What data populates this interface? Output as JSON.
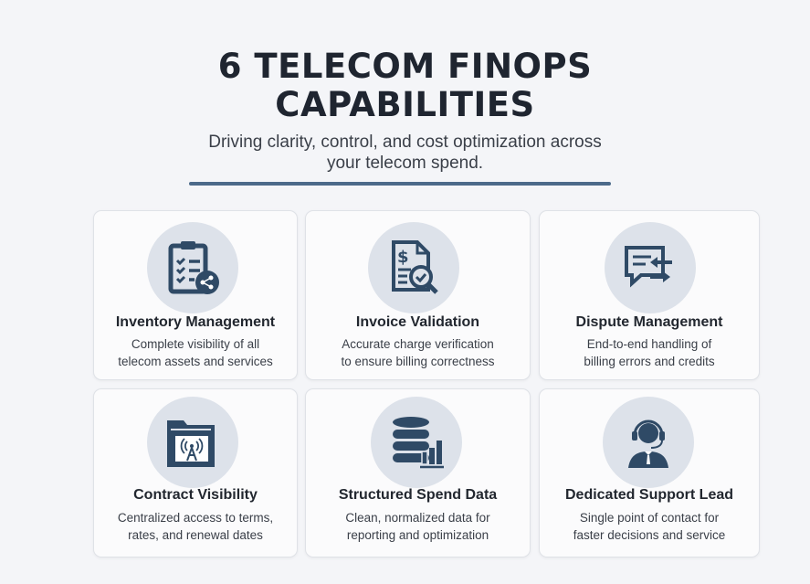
{
  "header": {
    "title_line1": "6 TELECOM FINOPS",
    "title_line2": "CAPABILITIES",
    "subtitle_line1": "Driving clarity, control, and cost optimization across",
    "subtitle_line2": "your telecom spend."
  },
  "colors": {
    "icon": "#2f4a66",
    "icon_bg": "#dde2ea",
    "accent_rule": "#4c6a8a"
  },
  "cards": [
    {
      "icon": "clipboard-checklist-share-icon",
      "title": "Inventory Management",
      "desc1": "Complete visibility of all",
      "desc2": "telecom assets and services"
    },
    {
      "icon": "invoice-magnifier-check-icon",
      "title": "Invoice Validation",
      "desc1": "Accurate charge verification",
      "desc2": "to ensure billing correctness"
    },
    {
      "icon": "chat-arrows-exchange-icon",
      "title": "Dispute Management",
      "desc1": "End-to-end handling of",
      "desc2": "billing errors and credits"
    },
    {
      "icon": "folder-antenna-icon",
      "title": "Contract Visibility",
      "desc1": "Centralized access to terms,",
      "desc2": "rates, and renewal dates"
    },
    {
      "icon": "database-bar-chart-icon",
      "title": "Structured Spend Data",
      "desc1": "Clean, normalized data for",
      "desc2": "reporting and optimization"
    },
    {
      "icon": "support-agent-headset-icon",
      "title": "Dedicated Support Lead",
      "desc1": "Single point of contact for",
      "desc2": "faster decisions and service"
    }
  ]
}
